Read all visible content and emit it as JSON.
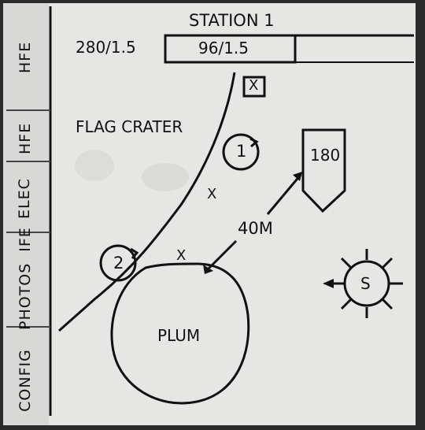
{
  "tabs": [
    {
      "label": "HFE"
    },
    {
      "label": "HFE"
    },
    {
      "label": "ELEC"
    },
    {
      "label": "IFE"
    },
    {
      "label": "PHOTOS"
    },
    {
      "label": "CONFIG"
    }
  ],
  "header": {
    "title": "STATION 1",
    "left_reading": "280/1.5",
    "box_reading": "96/1.5"
  },
  "map": {
    "area_label": "FLAG CRATER",
    "crater_label": "PLUM",
    "distance_label": "40M",
    "heading_label": "180",
    "marker_1": "1",
    "marker_2": "2",
    "x_mark_a": "X",
    "x_mark_b": "X",
    "x_mark_boxed": "X",
    "sun_label": "S"
  }
}
